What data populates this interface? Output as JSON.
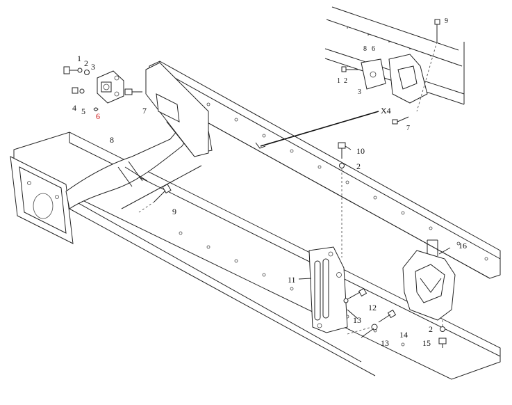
{
  "diagram": {
    "callouts": {
      "c1": "1",
      "c2": "2",
      "c3": "3",
      "c4": "4",
      "c5": "5",
      "c6": "6",
      "c7": "7",
      "c8": "8",
      "c9": "9",
      "c10": "10",
      "c2b": "2",
      "c11": "11",
      "c12": "12",
      "c13a": "13",
      "c13b": "13",
      "c14": "14",
      "c15": "15",
      "c16": "16",
      "c2c": "2"
    },
    "inset": {
      "title": "X4",
      "callouts": {
        "i8": "8",
        "i6": "6",
        "i1": "1",
        "i2": "2",
        "i3": "3",
        "i7": "7",
        "i9": "9"
      }
    },
    "colors": {
      "line": "#222222",
      "highlight": "#cc1111",
      "background": "#ffffff"
    }
  }
}
